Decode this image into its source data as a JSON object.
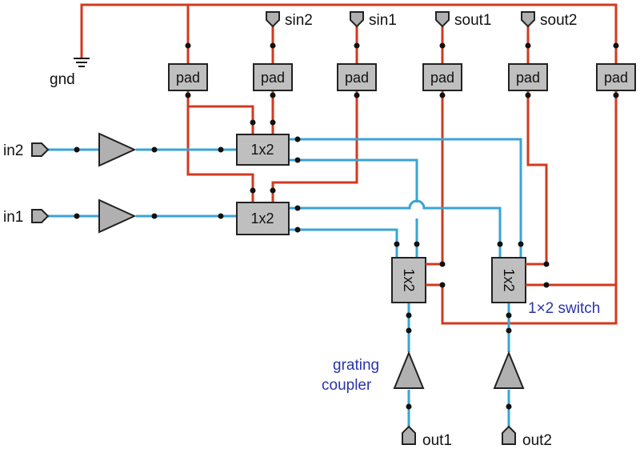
{
  "colors": {
    "electrical_wire": "#d13a1e",
    "optical_waveguide": "#3aa3d8",
    "component_fill": "#bfbfbf",
    "annotation_text": "#2a34a8"
  },
  "labels": {
    "gnd": "gnd",
    "sin2": "sin2",
    "sin1": "sin1",
    "sout1": "sout1",
    "sout2": "sout2",
    "in2": "in2",
    "in1": "in1",
    "out1": "out1",
    "out2": "out2",
    "pad": "pad",
    "switch": "1x2",
    "switch_note": "1×2 switch",
    "grating_line1": "grating",
    "grating_line2": "coupler"
  },
  "icons": [
    "ground-icon",
    "pin-icon",
    "amplifier-triangle-icon",
    "grating-coupler-icon"
  ]
}
